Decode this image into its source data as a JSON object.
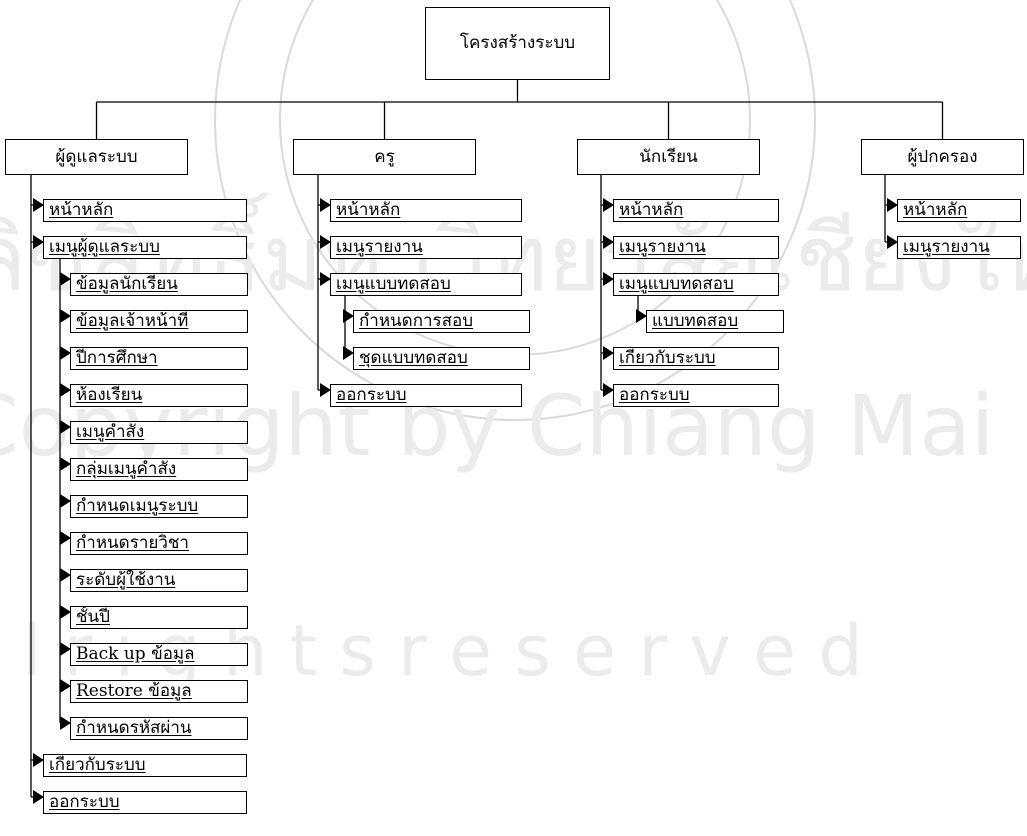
{
  "diagram": {
    "root": {
      "label": "โครงสร้างระบบ"
    },
    "columns": [
      {
        "label": "ผู้ดูแลระบบ",
        "items": [
          {
            "label": "หน้าหลัก"
          },
          {
            "label": "เมนูผู้ดูแลระบบ",
            "children": [
              {
                "label": "ข้อมูลนักเรียน"
              },
              {
                "label": "ข้อมูลเจ้าหน้าที่"
              },
              {
                "label": "ปีการศึกษา"
              },
              {
                "label": "ห้องเรียน"
              },
              {
                "label": "เมนูคำสั่ง"
              },
              {
                "label": "กลุ่มเมนูคำสั่ง"
              },
              {
                "label": "กำหนดเมนูระบบ"
              },
              {
                "label": "กำหนดรายวิชา"
              },
              {
                "label": "ระดับผู้ใช้งาน"
              },
              {
                "label": "ชั้นปี"
              },
              {
                "label": "Back up ข้อมูล"
              },
              {
                "label": "Restore ข้อมูล"
              },
              {
                "label": "กำหนดรหัสผ่าน"
              }
            ]
          },
          {
            "label": "เกี่ยวกับระบบ"
          },
          {
            "label": "ออกระบบ"
          }
        ]
      },
      {
        "label": "ครู",
        "items": [
          {
            "label": "หน้าหลัก"
          },
          {
            "label": "เมนูรายงาน"
          },
          {
            "label": "เมนูแบบทดสอบ",
            "children": [
              {
                "label": "กำหนดการสอบ"
              },
              {
                "label": "ชุดแบบทดสอบ"
              }
            ]
          },
          {
            "label": "ออกระบบ"
          }
        ]
      },
      {
        "label": "นักเรียน",
        "items": [
          {
            "label": "หน้าหลัก"
          },
          {
            "label": "เมนูรายงาน"
          },
          {
            "label": "เมนูแบบทดสอบ",
            "children": [
              {
                "label": "แบบทดสอบ"
              }
            ]
          },
          {
            "label": "เกี่ยวกับระบบ"
          },
          {
            "label": "ออกระบบ"
          }
        ]
      },
      {
        "label": "ผู้ปกครอง",
        "items": [
          {
            "label": "หน้าหลัก"
          },
          {
            "label": "เมนูรายงาน"
          }
        ]
      }
    ]
  },
  "watermark": {
    "lines": [
      "ลิขสิทธิ์มหาวิทยาลัยเชียงใหม่",
      "Copyright by Chiang Mai University",
      "A l l   r i g h t s   r e s e r v e d"
    ]
  }
}
